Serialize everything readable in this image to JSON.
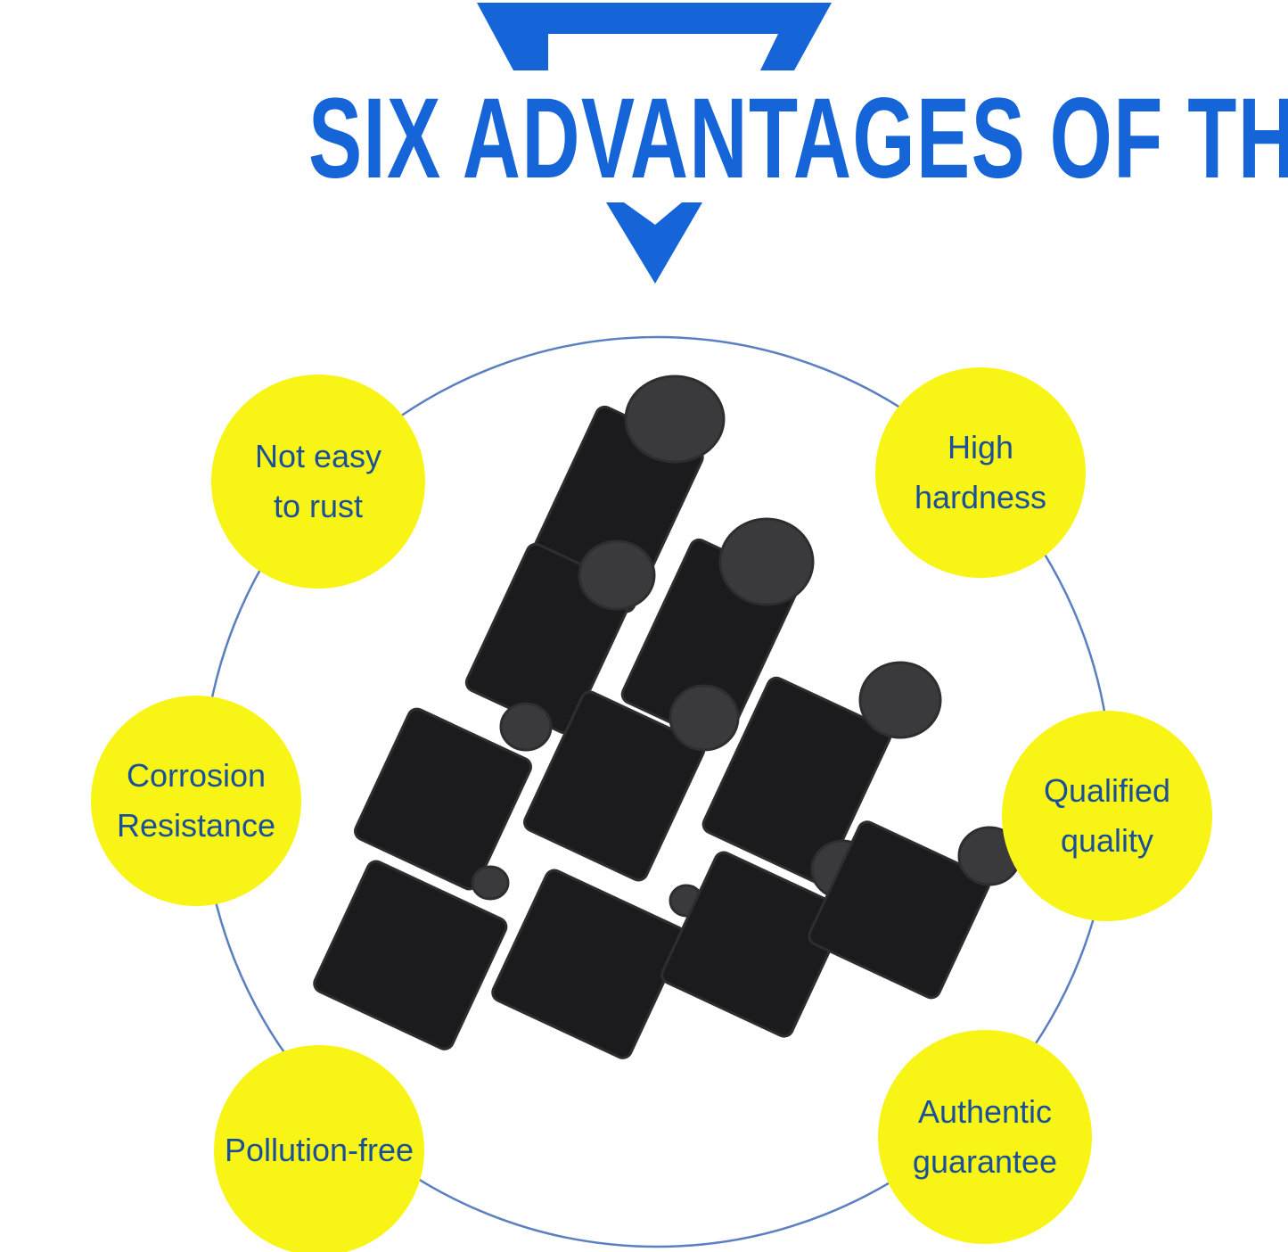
{
  "title": "SIX ADVANTAGES OF THE PRODUCT",
  "advantages": [
    {
      "line1": "Not easy",
      "line2": "to rust"
    },
    {
      "line1": "High",
      "line2": "hardness"
    },
    {
      "line1": "Corrosion",
      "line2": "Resistance"
    },
    {
      "line1": "Qualified",
      "line2": "quality"
    },
    {
      "line1": "Pollution-free"
    },
    {
      "line1": "Authentic",
      "line2": "guarantee"
    }
  ],
  "colors": {
    "title": "#1565d8",
    "bubble": "#f8f516",
    "bubble_text": "#1a4f9a",
    "ring": "#5b7fc0"
  }
}
